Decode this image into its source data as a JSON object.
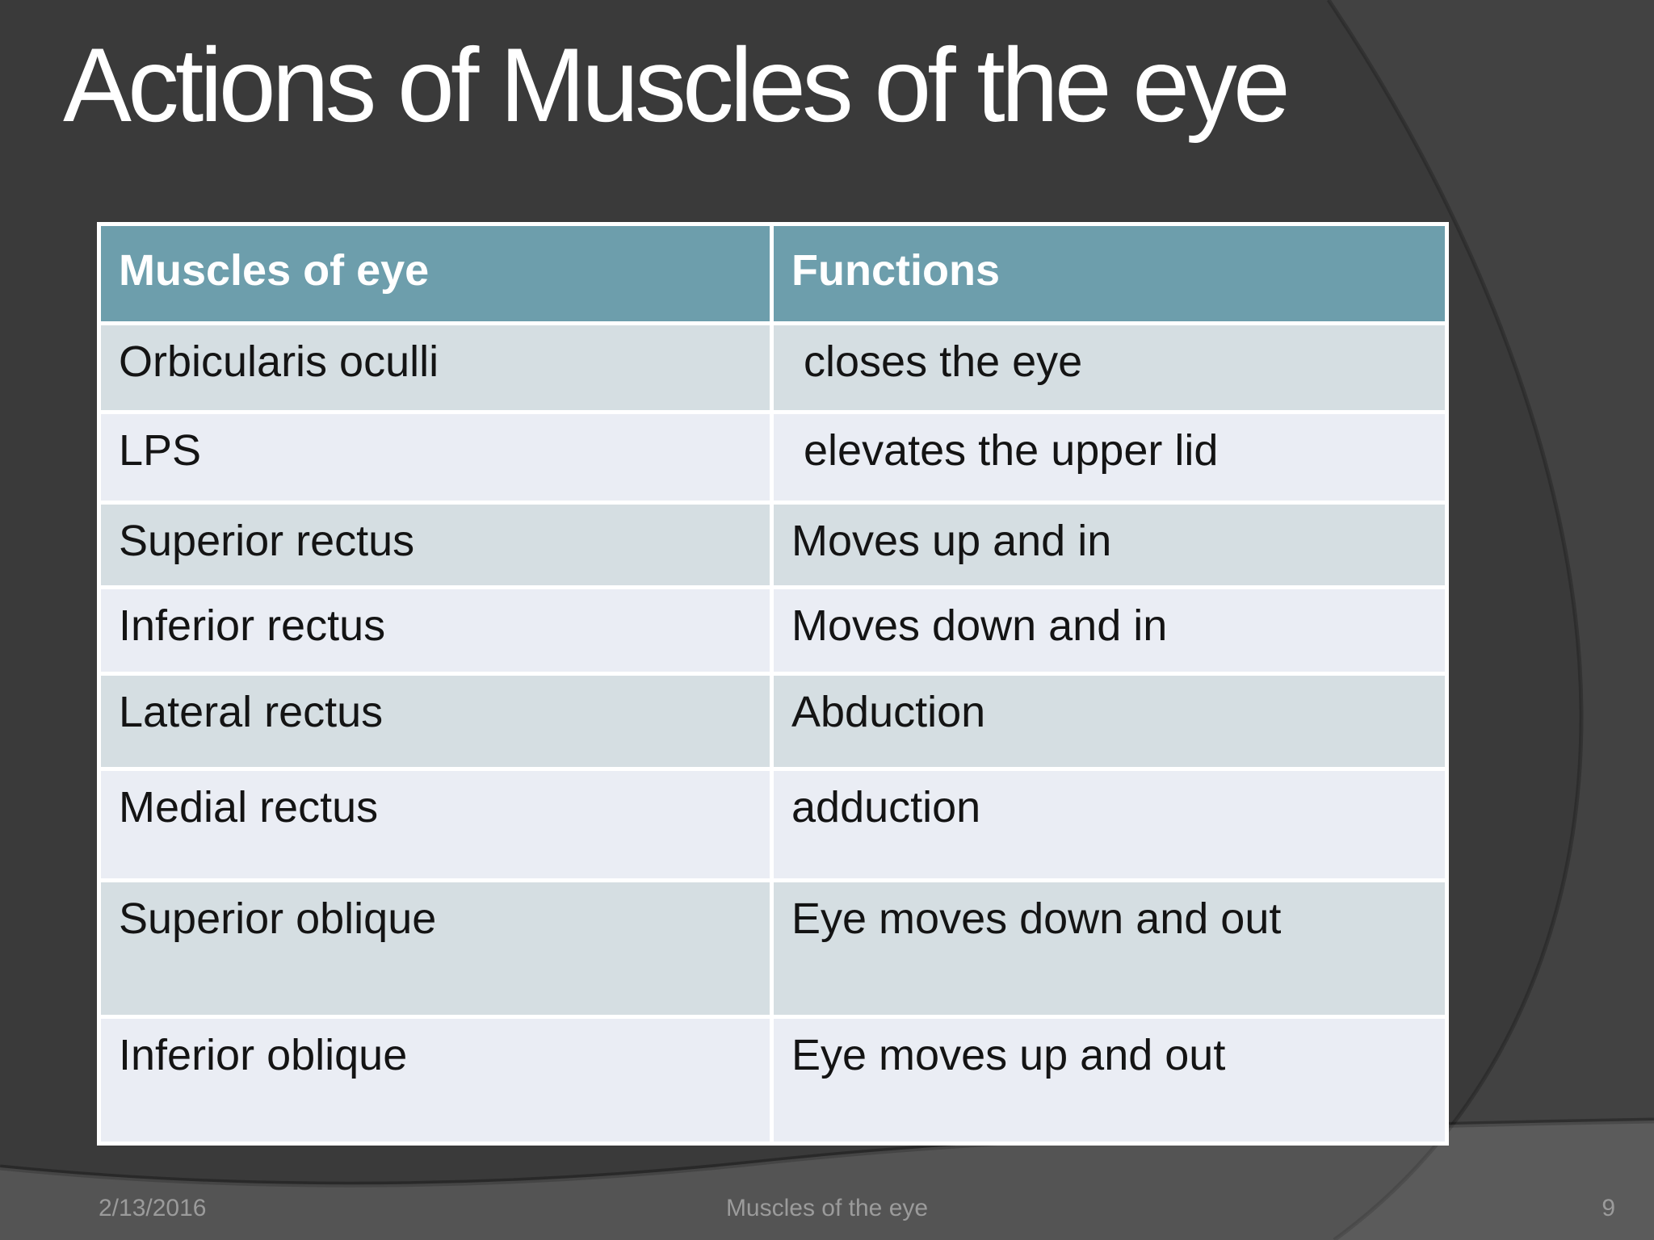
{
  "slide": {
    "title": "Actions of Muscles of the eye",
    "table": {
      "headers": [
        "Muscles of eye",
        "Functions"
      ],
      "rows": [
        {
          "muscle": "Orbicularis oculli",
          "function": " closes the eye"
        },
        {
          "muscle": "LPS",
          "function": " elevates the upper lid"
        },
        {
          "muscle": "Superior rectus",
          "function": "Moves up and in"
        },
        {
          "muscle": "Inferior rectus",
          "function": "Moves down and in"
        },
        {
          "muscle": "Lateral rectus",
          "function": "Abduction"
        },
        {
          "muscle": "Medial rectus",
          "function": "adduction"
        },
        {
          "muscle": "Superior oblique",
          "function": "Eye moves down and out"
        },
        {
          "muscle": "Inferior oblique",
          "function": "Eye moves up and out"
        }
      ]
    },
    "footer": {
      "date": "2/13/2016",
      "title": "Muscles of the eye",
      "page_number": "9"
    },
    "colors": {
      "background": "#3a3a3a",
      "bottom_band": "#545454",
      "right_arc_region": "#424242",
      "table_header": "#6d9eac",
      "row_dark": "#d5dee2",
      "row_light": "#eaedf4",
      "table_border": "#ffffff",
      "title_text": "#ffffff",
      "cell_text": "#141414",
      "footer_text": "#9b9b9b"
    }
  }
}
